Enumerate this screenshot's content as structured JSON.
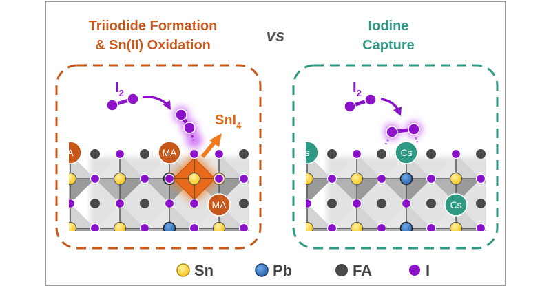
{
  "titles": {
    "left_line1": "Triiodide Formation",
    "left_line2": "& Sn(II) Oxidation",
    "vs": "vs",
    "right_line1": "Iodine",
    "right_line2": "Capture"
  },
  "labels": {
    "i2_main": "I",
    "i2_sub": "2",
    "sni4_main": "SnI",
    "sni4_sub": "4",
    "ma": "MA",
    "cs": "Cs",
    "ma_clipped": "A",
    "cs_clipped": "s"
  },
  "legend": [
    {
      "key": "sn",
      "label": "Sn",
      "color": "#ffd43b"
    },
    {
      "key": "pb",
      "label": "Pb",
      "color": "#3a7cc4"
    },
    {
      "key": "fa",
      "label": "FA",
      "color": "#4a4a4a"
    },
    {
      "key": "i",
      "label": "I",
      "color": "#8b12c8"
    }
  ],
  "colors": {
    "orange": "#c8581a",
    "orange_bright": "#f07b1e",
    "teal": "#2f9a84",
    "purple": "#8b12c8",
    "octa_light": "#d4d4d4",
    "octa_dark": "#9a9a9a",
    "frame": "#7a7a7a"
  }
}
